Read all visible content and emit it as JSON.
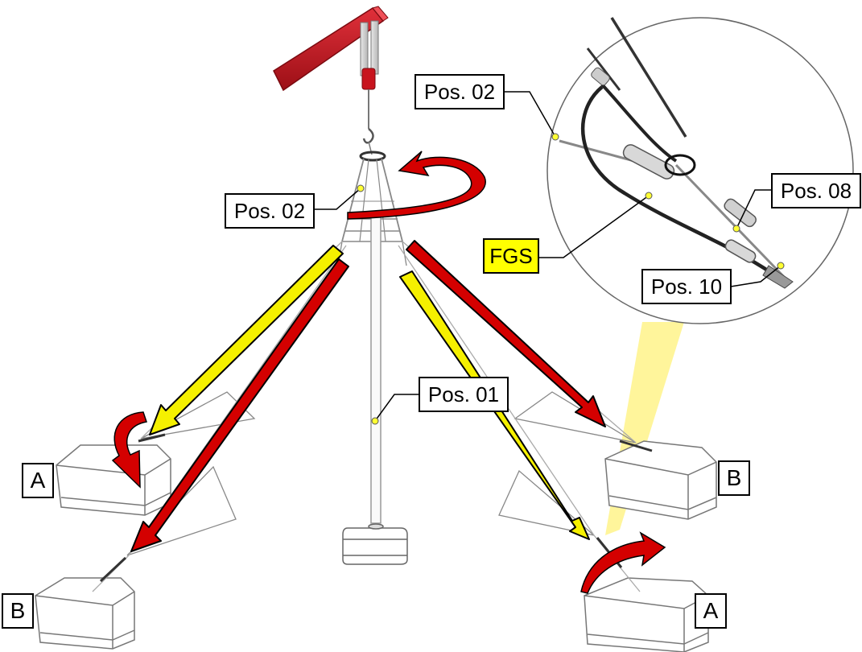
{
  "labels": {
    "pos01": "Pos. 01",
    "pos02_mast": "Pos. 02",
    "pos02_detail": "Pos. 02",
    "pos08": "Pos. 08",
    "pos10": "Pos. 10",
    "fgs": "FGS",
    "anchor_left_a": "A",
    "anchor_left_b": "B",
    "anchor_right_b": "B",
    "anchor_right_a": "A"
  },
  "colors": {
    "arrow_red": "#d40000",
    "arrow_yellow": "#f5f000",
    "crane_red": "#c8141e",
    "highlight": "#ffff00",
    "outline": "#000000",
    "marker_dot": "#ffff33"
  }
}
